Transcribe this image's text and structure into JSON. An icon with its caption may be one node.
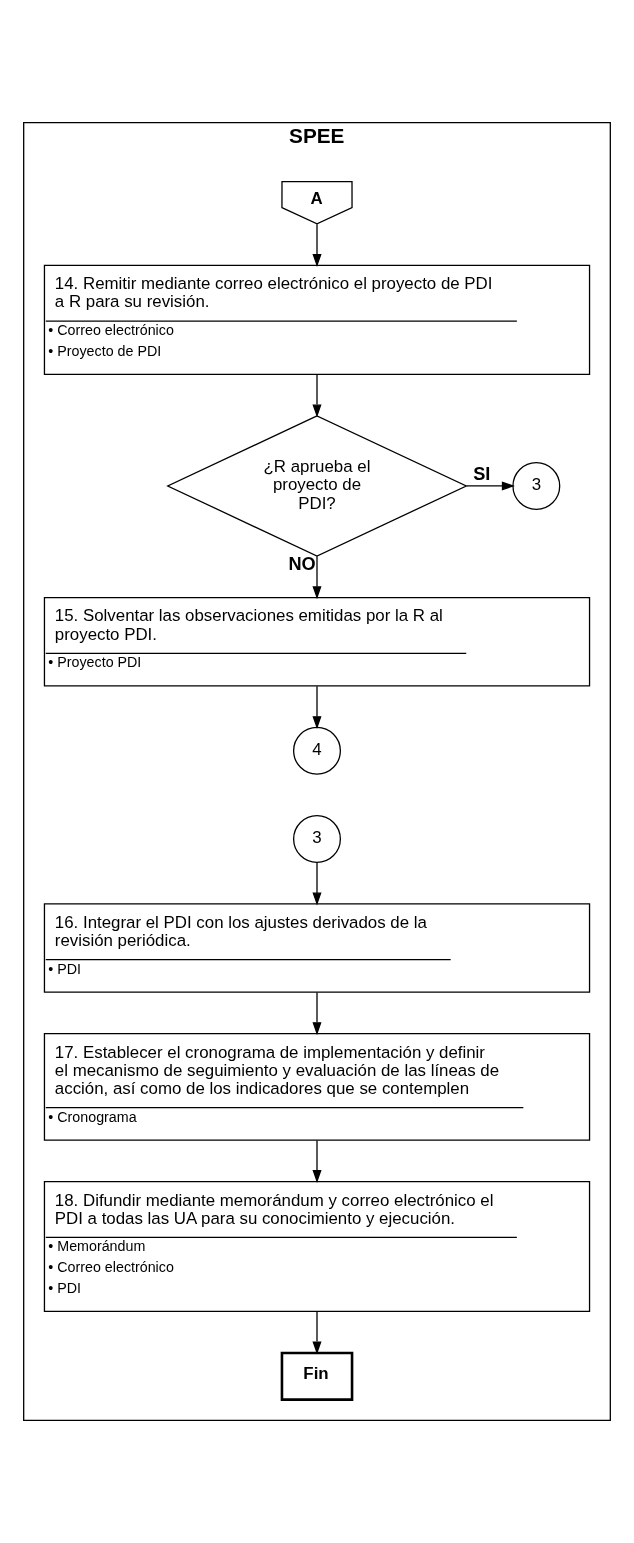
{
  "diagram": {
    "nodes": [
      {
        "text": [
          "SPEE"
        ]
      },
      {
        "text": [
          "A"
        ],
        "in": 0
      },
      {
        "text": [
          "14. Remitir mediante correo electrónico el proyecto de PDI a R para su revisión.",
          "• Correo electrónico",
          "• Proyecto de PDI"
        ],
        "in": 0
      },
      {
        "text": [
          "¿R aprueba el proyecto de PDI?"
        ],
        "in": 0
      },
      {
        "text": [
          "3"
        ],
        "in": 0
      },
      {
        "text": [
          "15. Solventar las observaciones emitidas por la R al proyecto PDI.",
          "• Proyecto PDI"
        ],
        "in": 0
      },
      {
        "text": [
          "4"
        ],
        "in": 0
      },
      {
        "text": [
          "3"
        ],
        "in": 0
      },
      {
        "text": [
          "16. Integrar el PDI con los ajustes derivados de la revisión periódica.",
          "• PDI"
        ],
        "in": 0
      },
      {
        "text": [
          "17. Establecer el cronograma de implementación y definir el mecanismo de seguimiento y evaluación de las líneas de acción, así como de los indicadores que se contemplen",
          "• Cronograma"
        ],
        "in": 0
      },
      {
        "text": [
          "18. Difundir mediante memorándum y correo electrónico el PDI a todas las UA para su conocimiento y ejecución.",
          "• Memorándum",
          "• Correo electrónico",
          "• PDI"
        ],
        "in": 0
      },
      {
        "text": [
          "Fin"
        ],
        "in": 0
      }
    ],
    "edges": [
      {
        "from": 1,
        "to": 2,
        "arrow": "to"
      },
      {
        "from": 2,
        "to": 3,
        "arrow": "to"
      },
      {
        "from": 3,
        "to": 4,
        "arrow": "to",
        "label": "SI"
      },
      {
        "from": 3,
        "to": 5,
        "arrow": "to",
        "label": "NO"
      },
      {
        "from": 5,
        "to": 6,
        "arrow": "to"
      },
      {
        "from": 7,
        "to": 8,
        "arrow": "to"
      },
      {
        "from": 8,
        "to": 9,
        "arrow": "to"
      },
      {
        "from": 9,
        "to": 10,
        "arrow": "to"
      },
      {
        "from": 10,
        "to": 11,
        "arrow": "to"
      }
    ]
  }
}
